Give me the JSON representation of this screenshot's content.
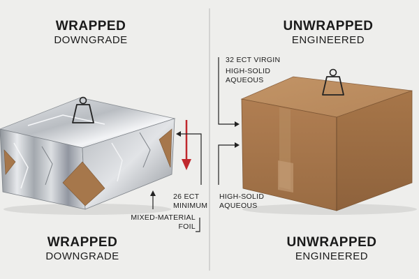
{
  "left": {
    "top_heading": "WRAPPED",
    "top_sub": "DOWNGRADE",
    "bottom_heading": "WRAPPED",
    "bottom_sub": "DOWNGRADE",
    "labels": {
      "ect": "26 ECT",
      "ect_sub": "MINIMUM",
      "material": "MIXED-MATERIAL",
      "material_sub": "FOIL"
    }
  },
  "right": {
    "top_heading": "UNWRAPPED",
    "top_sub": "ENGINEERED",
    "bottom_heading": "UNWRAPPED",
    "bottom_sub": "ENGINEERED",
    "labels": {
      "ect": "32 ECT VIRGIN",
      "coating_1": "HIGH-SOLID",
      "coating_1_sub": "AQUEOUS",
      "coating_2": "HIGH-SOLID",
      "coating_2_sub": "AQUEOUS"
    }
  },
  "icons": [
    "weight-icon",
    "down-arrow-icon",
    "pointer-arrow-icon"
  ],
  "colors": {
    "background": "#eeeeec",
    "foil": "#c9ccd0",
    "cardboard": "#a9784c",
    "arrow_red": "#c0282d",
    "divider": "#b8b8b8"
  }
}
